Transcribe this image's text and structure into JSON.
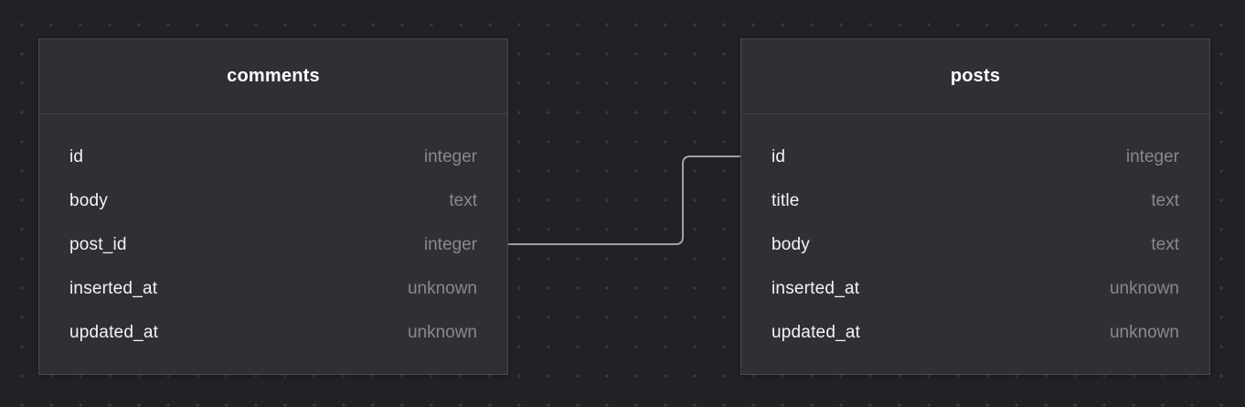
{
  "diagram": {
    "tables": [
      {
        "name": "comments",
        "fields": [
          {
            "name": "id",
            "type": "integer"
          },
          {
            "name": "body",
            "type": "text"
          },
          {
            "name": "post_id",
            "type": "integer"
          },
          {
            "name": "inserted_at",
            "type": "unknown"
          },
          {
            "name": "updated_at",
            "type": "unknown"
          }
        ]
      },
      {
        "name": "posts",
        "fields": [
          {
            "name": "id",
            "type": "integer"
          },
          {
            "name": "title",
            "type": "text"
          },
          {
            "name": "body",
            "type": "text"
          },
          {
            "name": "inserted_at",
            "type": "unknown"
          },
          {
            "name": "updated_at",
            "type": "unknown"
          }
        ]
      }
    ],
    "relationships": [
      {
        "from_table": "comments",
        "from_field": "post_id",
        "to_table": "posts",
        "to_field": "id"
      }
    ]
  },
  "colors": {
    "canvas_background": "#222226",
    "grid_dot": "#3a3a41",
    "card_background": "#2e3036",
    "card_border": "#484a53",
    "header_text": "#ffffff",
    "field_name_text": "#f3f4f6",
    "field_type_text": "#87898f",
    "connector": "#9ea1a9"
  }
}
